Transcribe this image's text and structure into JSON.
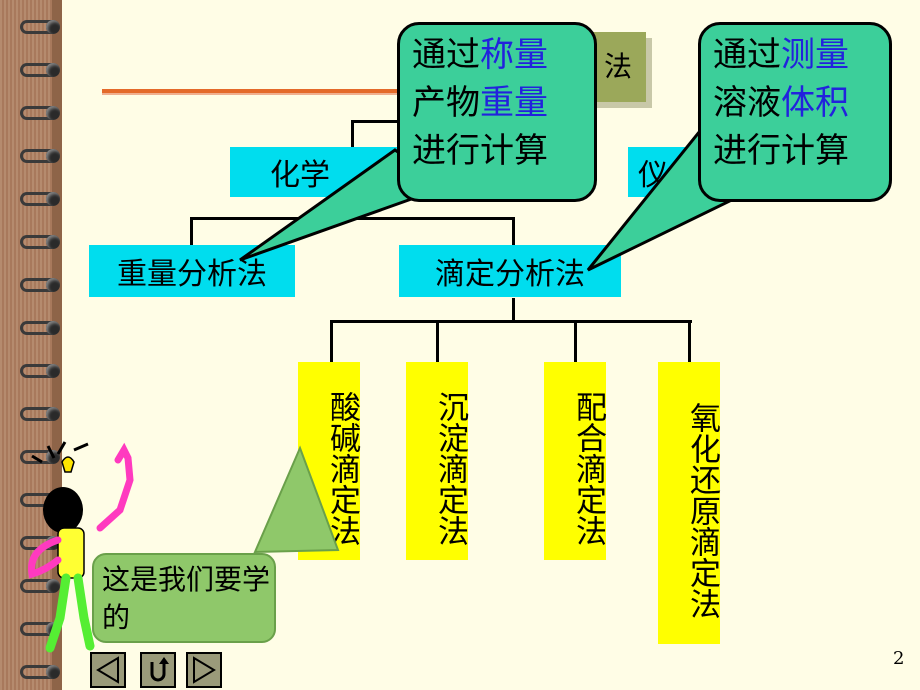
{
  "tree": {
    "root_left": "化学",
    "root_right": "仪",
    "branch_gravimetric": "重量分析法",
    "branch_titration": "滴定分析法",
    "titration_methods": [
      "酸碱滴定法",
      "沉淀滴定法",
      "配合滴定法",
      "氧化还原滴定法"
    ]
  },
  "callout_left": {
    "part1": "通过",
    "part2": "称量",
    "part3": "产物",
    "part4": "重量",
    "part5": "进行计算"
  },
  "callout_right": {
    "part1": "通过",
    "part2": "测量",
    "part3": "溶液",
    "part4": "体积",
    "part5": "进行计算"
  },
  "title_fragment": "法",
  "note_text": "这是我们要学的",
  "page_number": "2",
  "nav": {
    "prev": "◀",
    "home": "↺",
    "next": "▶"
  },
  "colors": {
    "background": "#FFFDE6",
    "cyan_box": "#00DDEE",
    "yellow_box": "#FFFF00",
    "callout": "#3CCF9A",
    "highlight_text": "#2222DD",
    "note": "#8FC86A"
  }
}
